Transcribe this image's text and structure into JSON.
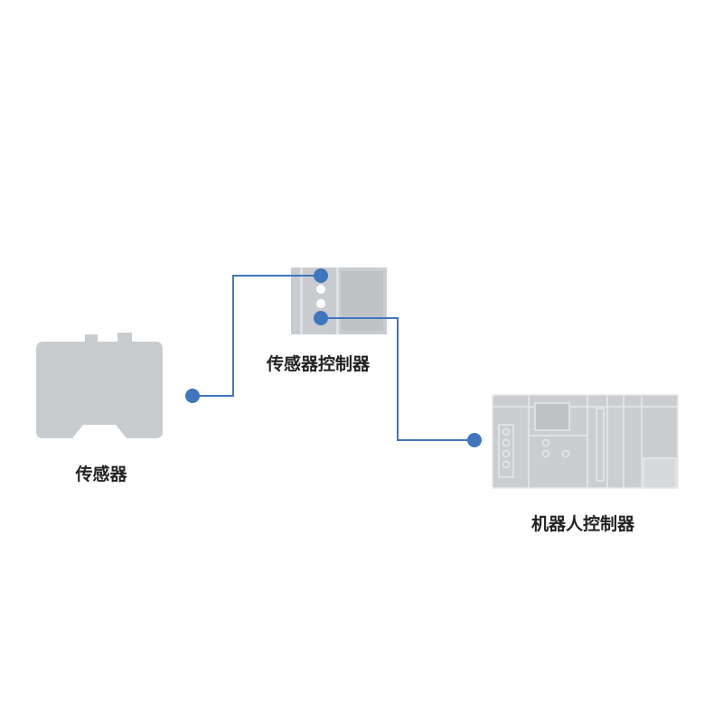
{
  "labels": {
    "sensor": "传感器",
    "sensor_controller": "传感器控制器",
    "robot_controller": "机器人控制器"
  },
  "colors": {
    "connector": "#3f76bd",
    "device": "#c9cccf",
    "device_light": "#d9dbdd"
  }
}
